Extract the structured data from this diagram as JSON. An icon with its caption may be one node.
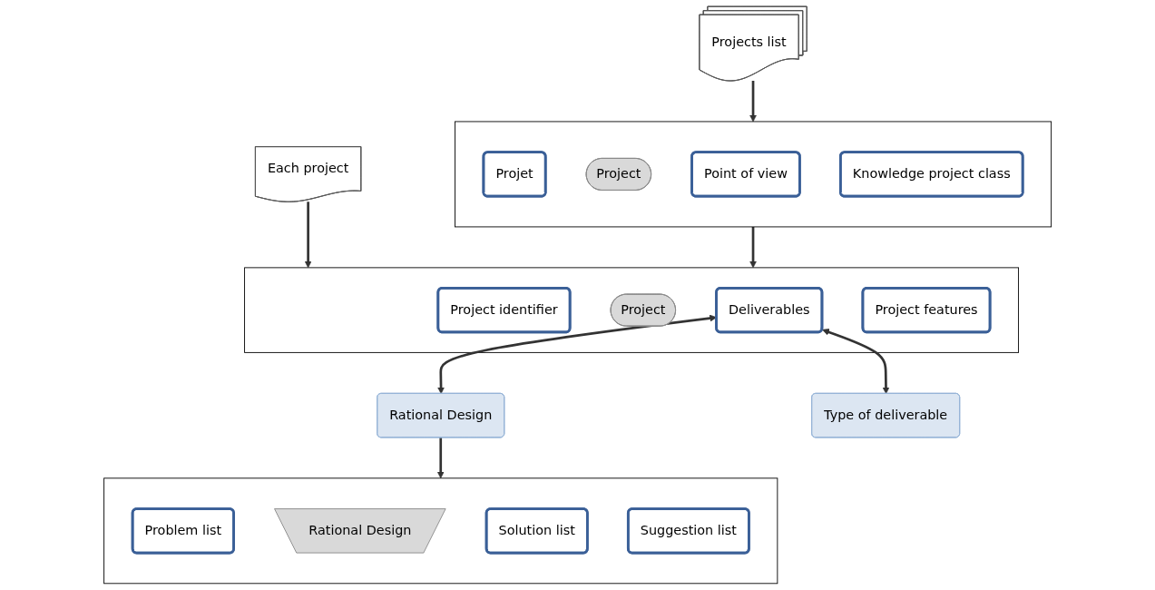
{
  "diagram": {
    "nodes": [
      {
        "text": [
          "Projects list"
        ]
      },
      {
        "text": [],
        "shape": "box"
      },
      {
        "text": [
          "Projet"
        ],
        "in": 1
      },
      {
        "text": [
          "Project"
        ],
        "in": 1
      },
      {
        "text": [
          "Point of view"
        ],
        "in": 1
      },
      {
        "text": [
          "Knowledge project class"
        ],
        "in": 1
      },
      {
        "text": [
          "Each project"
        ]
      },
      {
        "text": [],
        "shape": "box"
      },
      {
        "text": [
          "Project identifier"
        ],
        "in": 7
      },
      {
        "text": [
          "Project"
        ],
        "in": 7
      },
      {
        "text": [
          "Deliverables"
        ],
        "in": 7
      },
      {
        "text": [
          "Project features"
        ],
        "in": 7
      },
      {
        "text": [
          "Rational Design"
        ]
      },
      {
        "text": [
          "Type of deliverable"
        ]
      },
      {
        "text": [],
        "shape": "box"
      },
      {
        "text": [
          "Problem list"
        ],
        "in": 14
      },
      {
        "text": [
          "Rational Design"
        ],
        "in": 14
      },
      {
        "text": [
          "Solution list"
        ],
        "in": 14
      },
      {
        "text": [
          "Suggestion list"
        ],
        "in": 14
      }
    ],
    "edges": [
      {
        "from": 0,
        "to": 1,
        "arrow": "to"
      },
      {
        "from": 6,
        "to": 7,
        "arrow": "to"
      },
      {
        "from": 1,
        "to": 7,
        "arrow": "to"
      },
      {
        "from": 10,
        "to": 12,
        "arrow": "both"
      },
      {
        "from": 10,
        "to": 13,
        "arrow": "both"
      },
      {
        "from": 12,
        "to": 14,
        "arrow": "to"
      }
    ]
  }
}
